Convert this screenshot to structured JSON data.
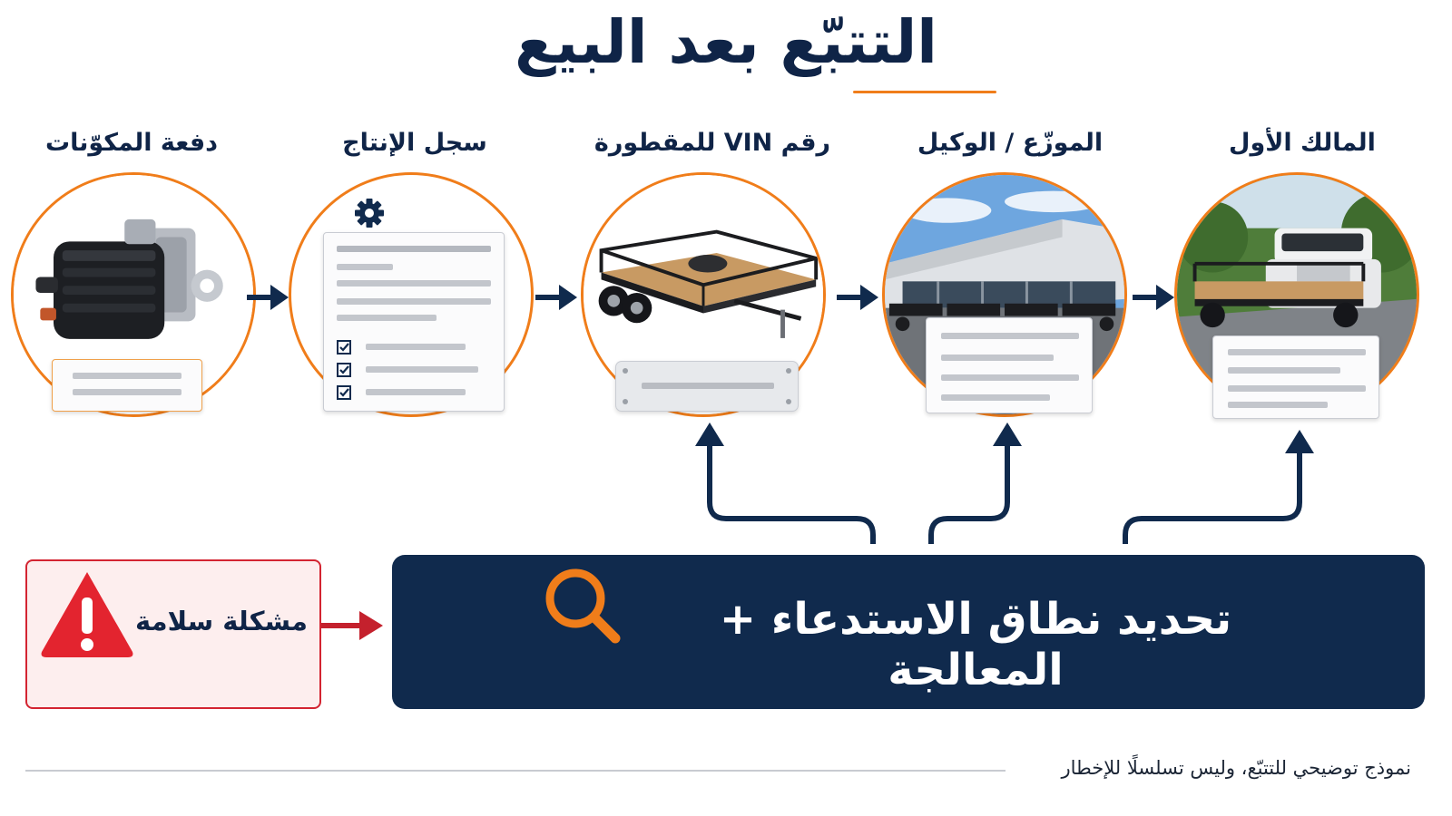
{
  "title": "التتبّع بعد البيع",
  "stages": [
    {
      "label": "دفعة المكوّنات"
    },
    {
      "label": "سجل الإنتاج"
    },
    {
      "label": "رقم VIN للمقطورة"
    },
    {
      "label": "الموزّع / الوكيل"
    },
    {
      "label": "المالك الأول"
    }
  ],
  "recall": {
    "label": "تحديد نطاق الاستدعاء + المعالجة"
  },
  "safety": {
    "label": "مشكلة سلامة"
  },
  "footer": {
    "note": "نموذج توضيحي للتتبّع، وليس تسلسلًا للإخطار"
  },
  "colors": {
    "navy": "#102a4d",
    "orange": "#f07d1a",
    "red": "#d32431"
  },
  "icons": [
    "gear-icon",
    "checkbox-icon",
    "search-icon",
    "warning-icon",
    "arrow-right-icon",
    "arrow-up-icon"
  ]
}
